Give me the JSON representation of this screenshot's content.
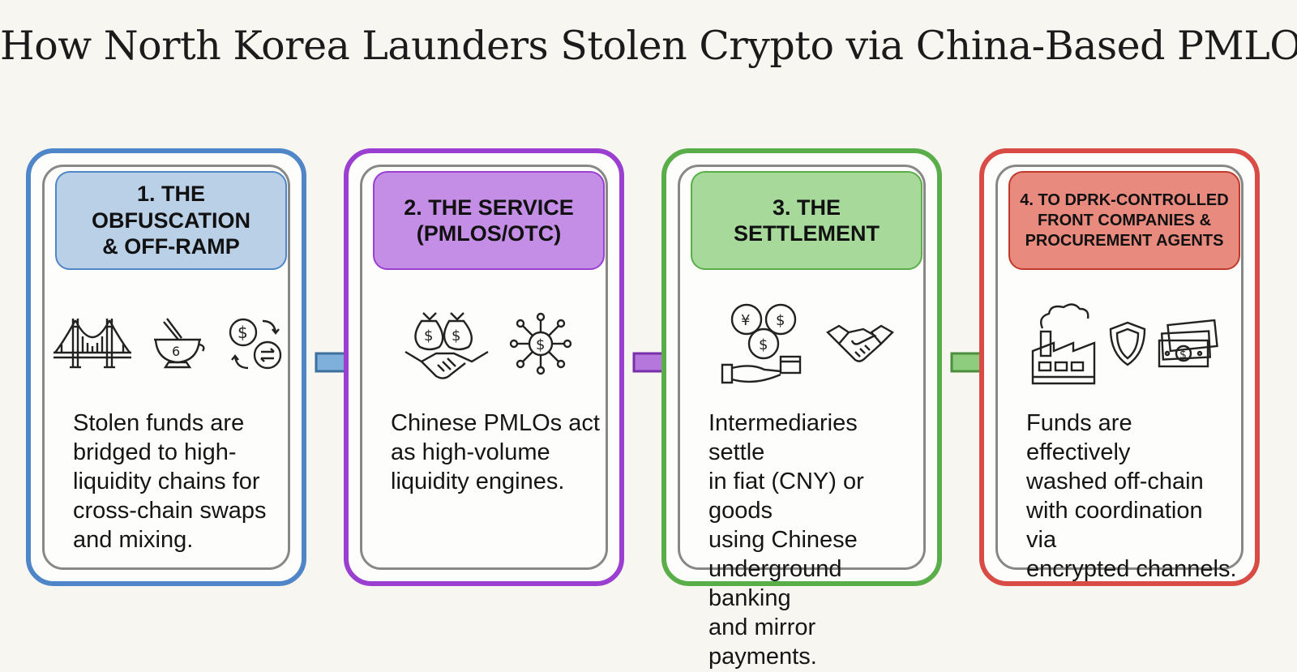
{
  "title": "How North Korea Launders Stolen Crypto via China-Based PMLOs",
  "steps": [
    {
      "header": "1. THE OBFUSCATION\n& OFF-RAMP",
      "description": "Stolen funds are\nbridged to high-\nliquidity chains for\ncross-chain swaps\nand mixing.",
      "icons": [
        "bridge-icon",
        "mixer-bowl-icon",
        "currency-swap-icon"
      ],
      "color": "#4f86c8"
    },
    {
      "header": "2. THE SERVICE\n(PMLOs/OTC)",
      "description": "Chinese PMLOs act\nas high-volume\nliquidity engines.",
      "icons": [
        "handshake-money-bags-icon",
        "dollar-network-icon"
      ],
      "color": "#9a3fd0"
    },
    {
      "header": "3. THE\nSETTLEMENT",
      "description": "Intermediaries settle\nin fiat (CNY) or goods\nusing Chinese\nunderground banking\nand mirror payments.",
      "icons": [
        "coins-hand-icon",
        "handshake-icon"
      ],
      "color": "#5aae4a"
    },
    {
      "header": "4. TO DPRK-CONTROLLED\nFRONT COMPANIES &\nPROCUREMENT AGENTS",
      "description": "Funds are effectively\nwashed off-chain\nwith coordination via\nencrypted channels.",
      "icons": [
        "factory-icon",
        "shield-icon",
        "banknote-icon"
      ],
      "color": "#d94b45"
    }
  ]
}
